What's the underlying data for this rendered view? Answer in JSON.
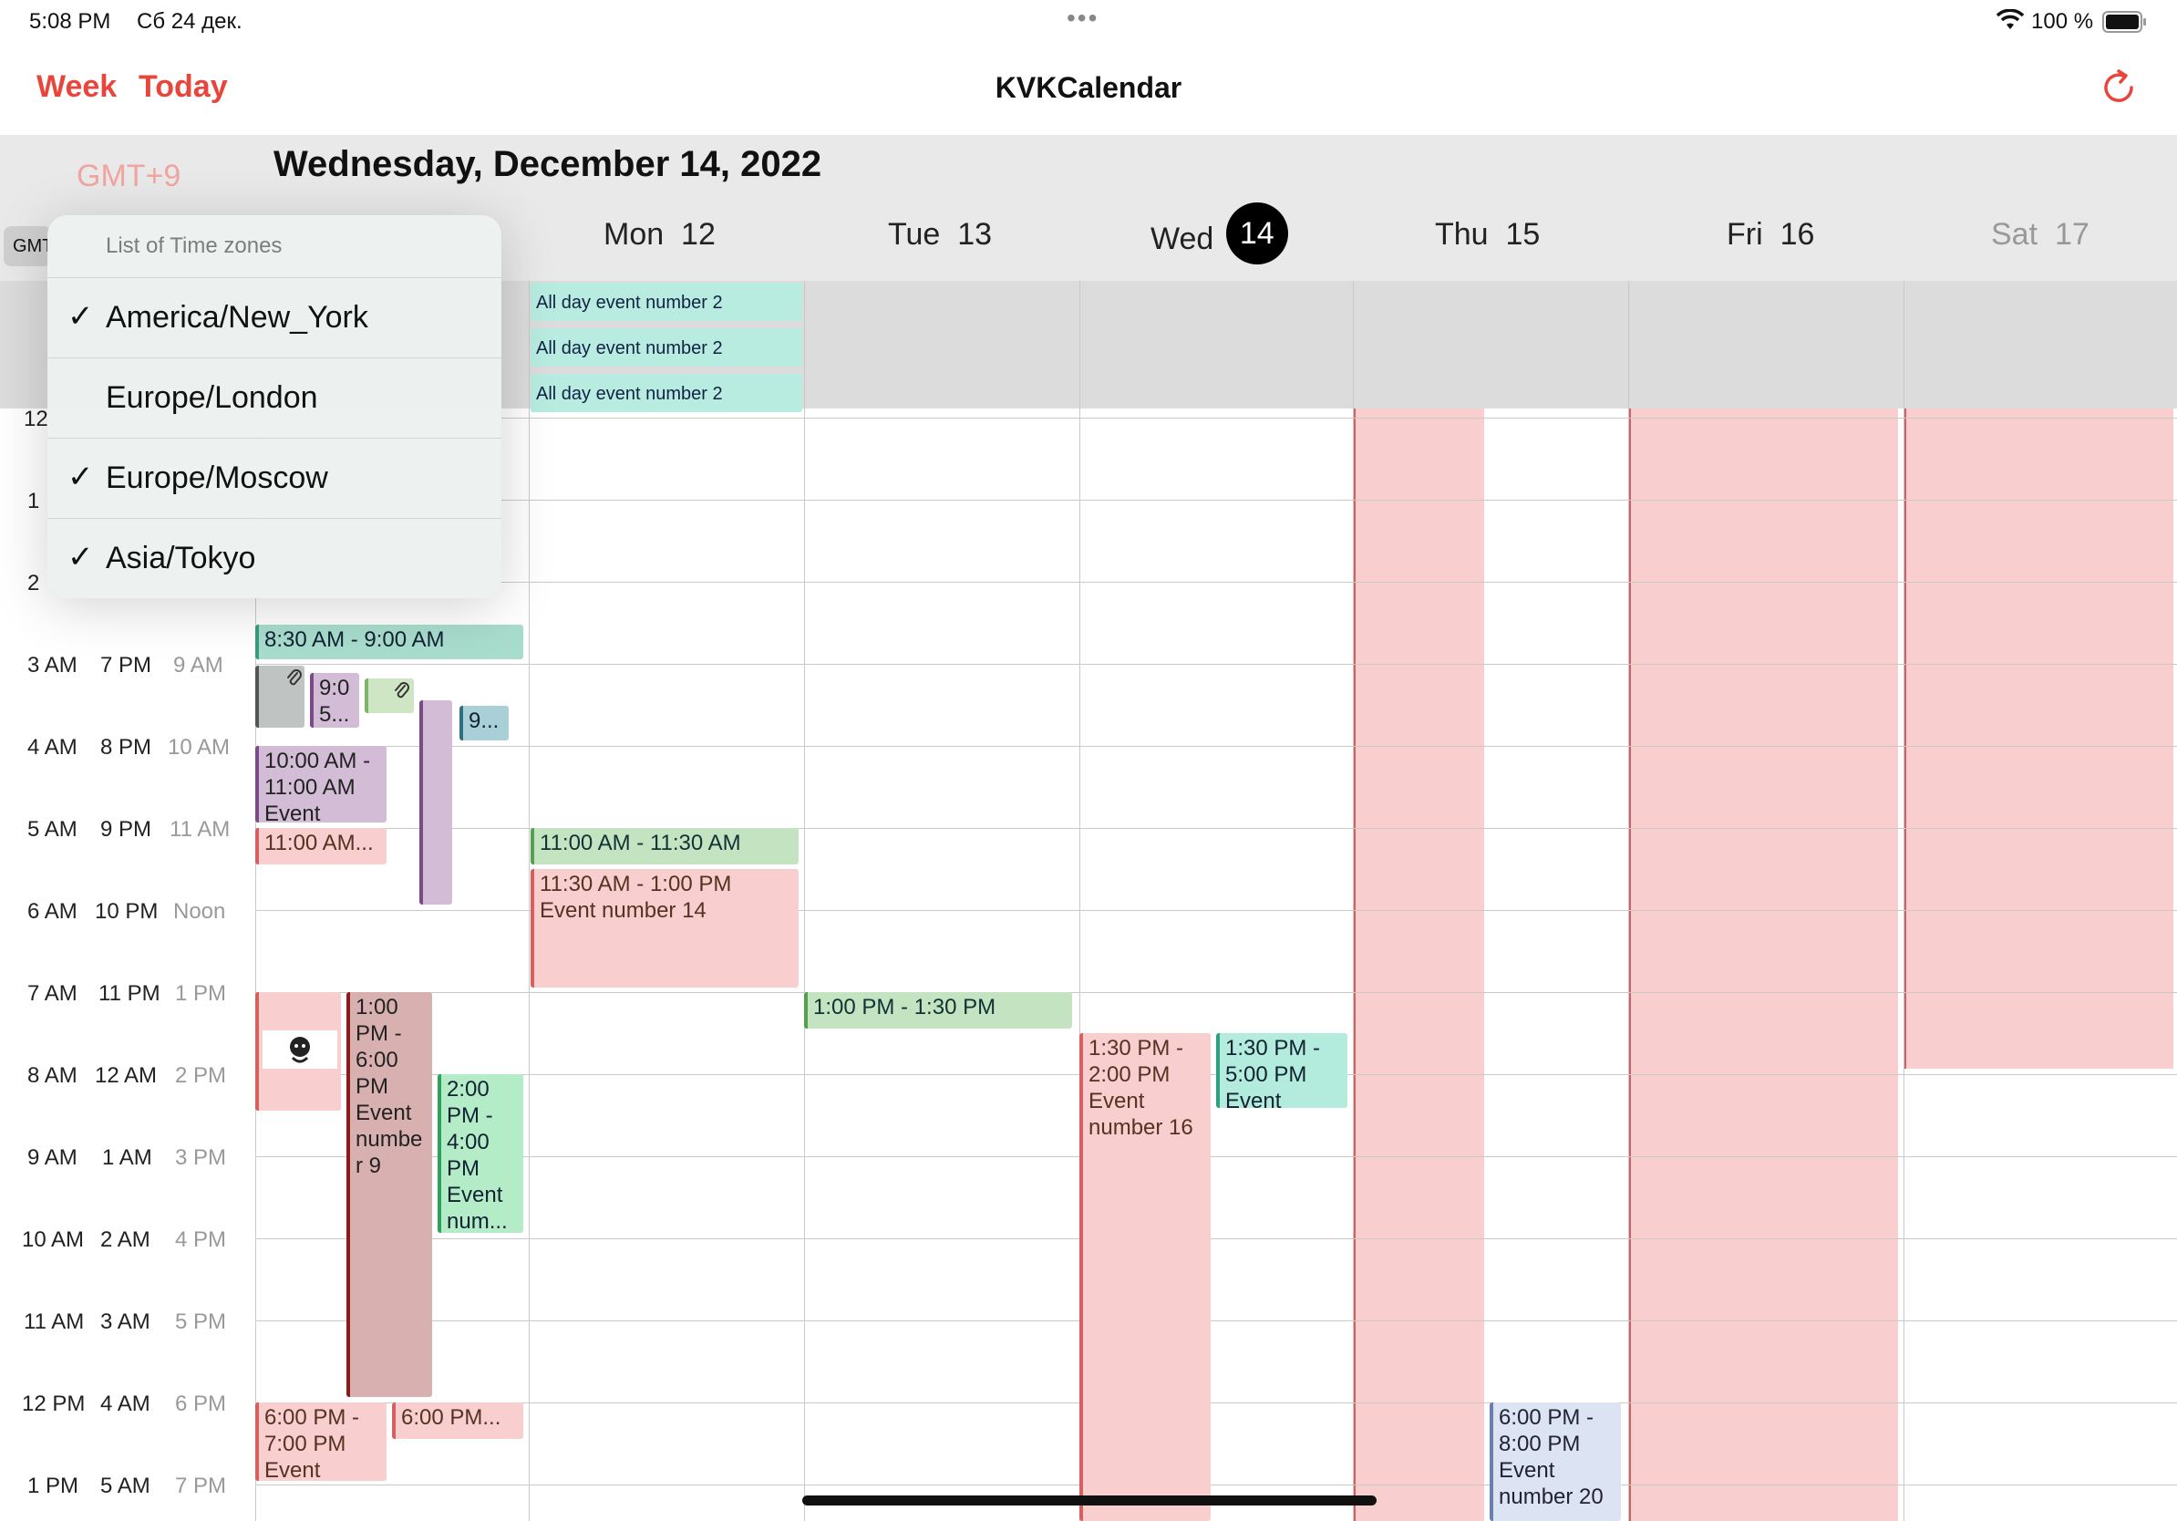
{
  "status_bar": {
    "time": "5:08 PM",
    "date": "Сб 24 дек.",
    "dots": "•••",
    "battery": "100 %"
  },
  "nav": {
    "week_label": "Week",
    "today_label": "Today",
    "title": "KVKCalendar"
  },
  "header": {
    "date_title": "Wednesday, December 14, 2022",
    "timezone_label": "GMT+9",
    "gmt_chip": "GMT"
  },
  "days": [
    {
      "name": "Mon",
      "num": "12"
    },
    {
      "name": "Tue",
      "num": "13"
    },
    {
      "name": "Wed",
      "num": "14"
    },
    {
      "name": "Thu",
      "num": "15"
    },
    {
      "name": "Fri",
      "num": "16"
    },
    {
      "name": "Sat",
      "num": "17"
    }
  ],
  "time_rows": [
    {
      "a": "12",
      "b": "",
      "c": ""
    },
    {
      "a": "1",
      "b": "",
      "c": ""
    },
    {
      "a": "2",
      "b": "",
      "c": ""
    },
    {
      "a": "3 AM",
      "b": "7 PM",
      "c": "9 AM"
    },
    {
      "a": "4 AM",
      "b": "8 PM",
      "c": "10 AM"
    },
    {
      "a": "5 AM",
      "b": "9 PM",
      "c": "11 AM"
    },
    {
      "a": "6 AM",
      "b": "10 PM",
      "c": "Noon"
    },
    {
      "a": "7 AM",
      "b": "11 PM",
      "c": "1 PM"
    },
    {
      "a": "8 AM",
      "b": "12 AM",
      "c": "2 PM"
    },
    {
      "a": "9 AM",
      "b": "1 AM",
      "c": "3 PM"
    },
    {
      "a": "10 AM",
      "b": "2 AM",
      "c": "4 PM"
    },
    {
      "a": "11 AM",
      "b": "3 AM",
      "c": "5 PM"
    },
    {
      "a": "12 PM",
      "b": "4 AM",
      "c": "6 PM"
    },
    {
      "a": "1 PM",
      "b": "5 AM",
      "c": "7 PM"
    }
  ],
  "allday_events": [
    "All day event number 2",
    "All day event number 2",
    "All day event number 2"
  ],
  "events": {
    "e1": "8:30 AM - 9:00 AM",
    "e2": "9:0 5...",
    "e3": "9...",
    "e4": "10:00 AM - 11:00 AM Event",
    "e5": "11:00 AM...",
    "e6": "11:00 AM - 11:30 AM",
    "e7": "11:30 AM - 1:00 PM Event number 14",
    "e8": "1:00 PM - 6:00 PM Event numbe r 9",
    "e9": "2:00 PM - 4:00 PM Event num...",
    "e10": "1:00 PM - 1:30 PM",
    "e11": "1:30 PM - 2:00 PM Event number 16",
    "e12": "1:30 PM - 5:00 PM Event",
    "e13": "6:00 PM - 7:00 PM Event",
    "e14": "6:00 PM...",
    "e15": "6:00 PM - 8:00 PM Event number 20"
  },
  "popover": {
    "title": "List of Time zones",
    "items": [
      {
        "label": "America/New_York",
        "check": "✓"
      },
      {
        "label": "Europe/London",
        "check": ""
      },
      {
        "label": "Europe/Moscow",
        "check": "✓"
      },
      {
        "label": "Asia/Tokyo",
        "check": "✓"
      }
    ]
  },
  "colors": {
    "accent": "#e8453c",
    "offhours": "#f8cece",
    "today_circle": "#000000"
  }
}
